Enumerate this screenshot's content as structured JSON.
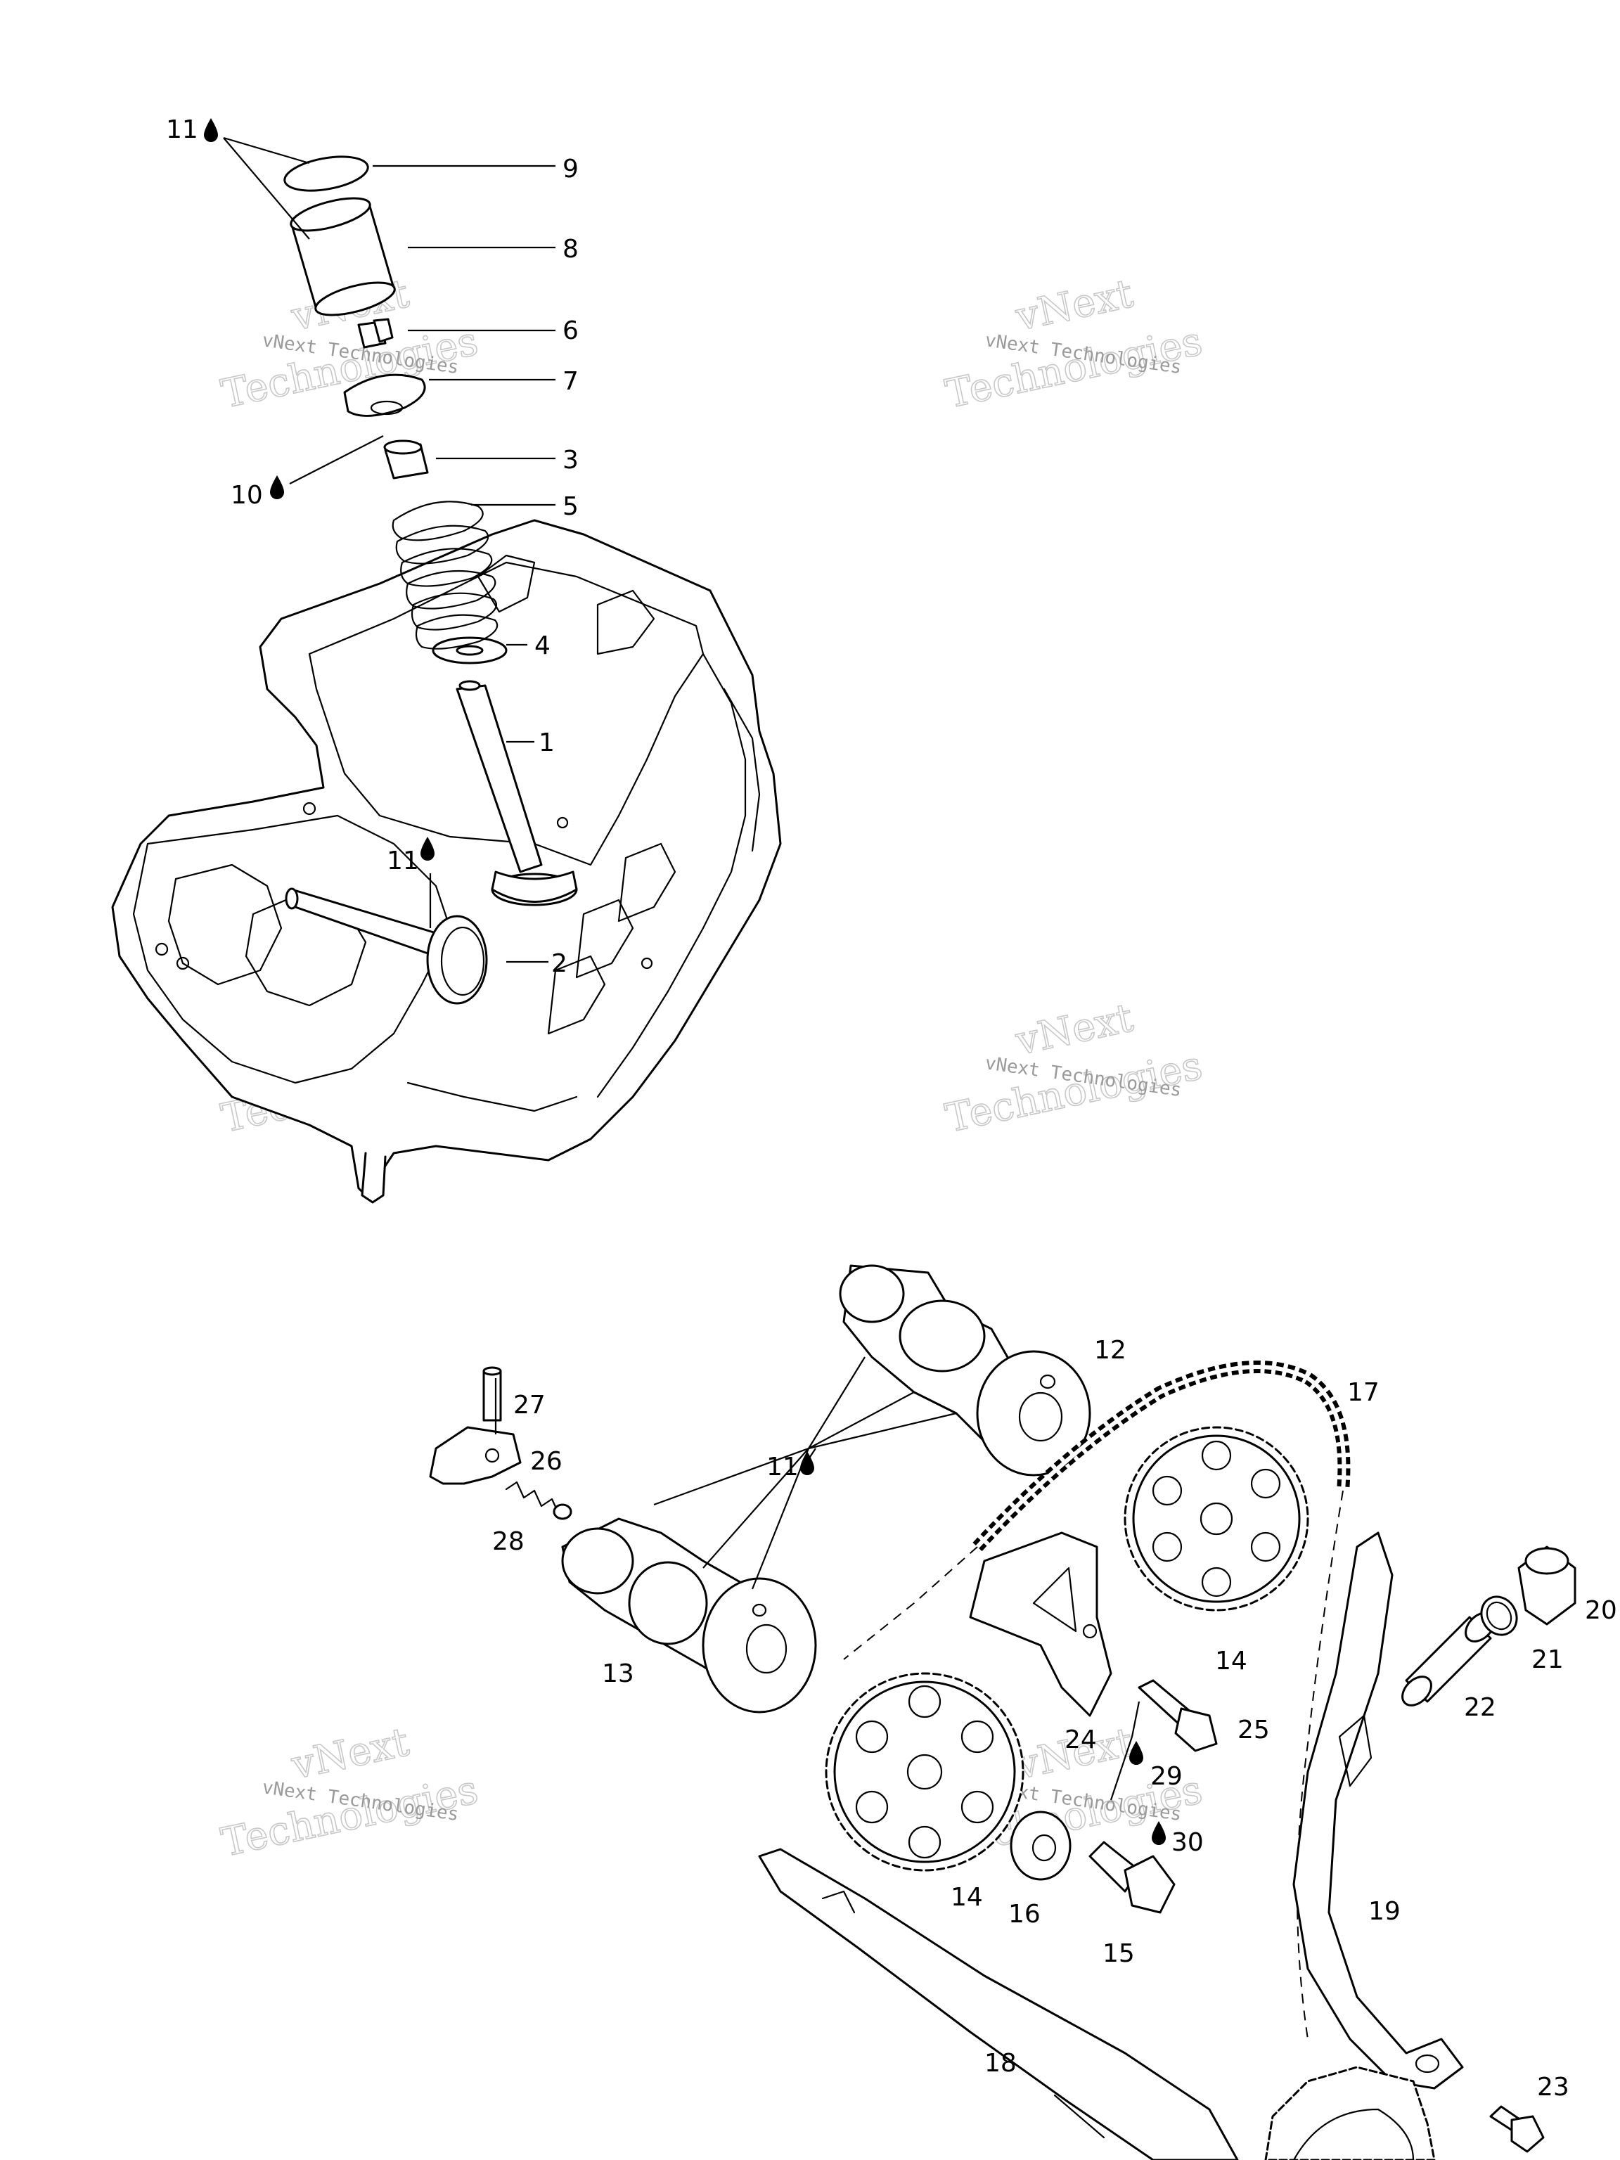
{
  "diagram": {
    "callouts": [
      {
        "id": "c11a",
        "label": "11"
      },
      {
        "id": "c9",
        "label": "9"
      },
      {
        "id": "c8",
        "label": "8"
      },
      {
        "id": "c6",
        "label": "6"
      },
      {
        "id": "c7",
        "label": "7"
      },
      {
        "id": "c3",
        "label": "3"
      },
      {
        "id": "c10",
        "label": "10"
      },
      {
        "id": "c5",
        "label": "5"
      },
      {
        "id": "c4",
        "label": "4"
      },
      {
        "id": "c1",
        "label": "1"
      },
      {
        "id": "c11b",
        "label": "11"
      },
      {
        "id": "c2",
        "label": "2"
      },
      {
        "id": "c12",
        "label": "12"
      },
      {
        "id": "c17",
        "label": "17"
      },
      {
        "id": "c27",
        "label": "27"
      },
      {
        "id": "c26",
        "label": "26"
      },
      {
        "id": "c11c",
        "label": "11"
      },
      {
        "id": "c28",
        "label": "28"
      },
      {
        "id": "c13",
        "label": "13"
      },
      {
        "id": "c14a",
        "label": "14"
      },
      {
        "id": "c20",
        "label": "20"
      },
      {
        "id": "c21",
        "label": "21"
      },
      {
        "id": "c22",
        "label": "22"
      },
      {
        "id": "c24",
        "label": "24"
      },
      {
        "id": "c25",
        "label": "25"
      },
      {
        "id": "c29",
        "label": "29"
      },
      {
        "id": "c30",
        "label": "30"
      },
      {
        "id": "c14b",
        "label": "14"
      },
      {
        "id": "c16",
        "label": "16"
      },
      {
        "id": "c15",
        "label": "15"
      },
      {
        "id": "c19",
        "label": "19"
      },
      {
        "id": "c18",
        "label": "18"
      },
      {
        "id": "c23",
        "label": "23"
      }
    ],
    "watermark": {
      "line1": "vNext",
      "line2": "Technologies",
      "small": "vNext Technologies"
    }
  }
}
